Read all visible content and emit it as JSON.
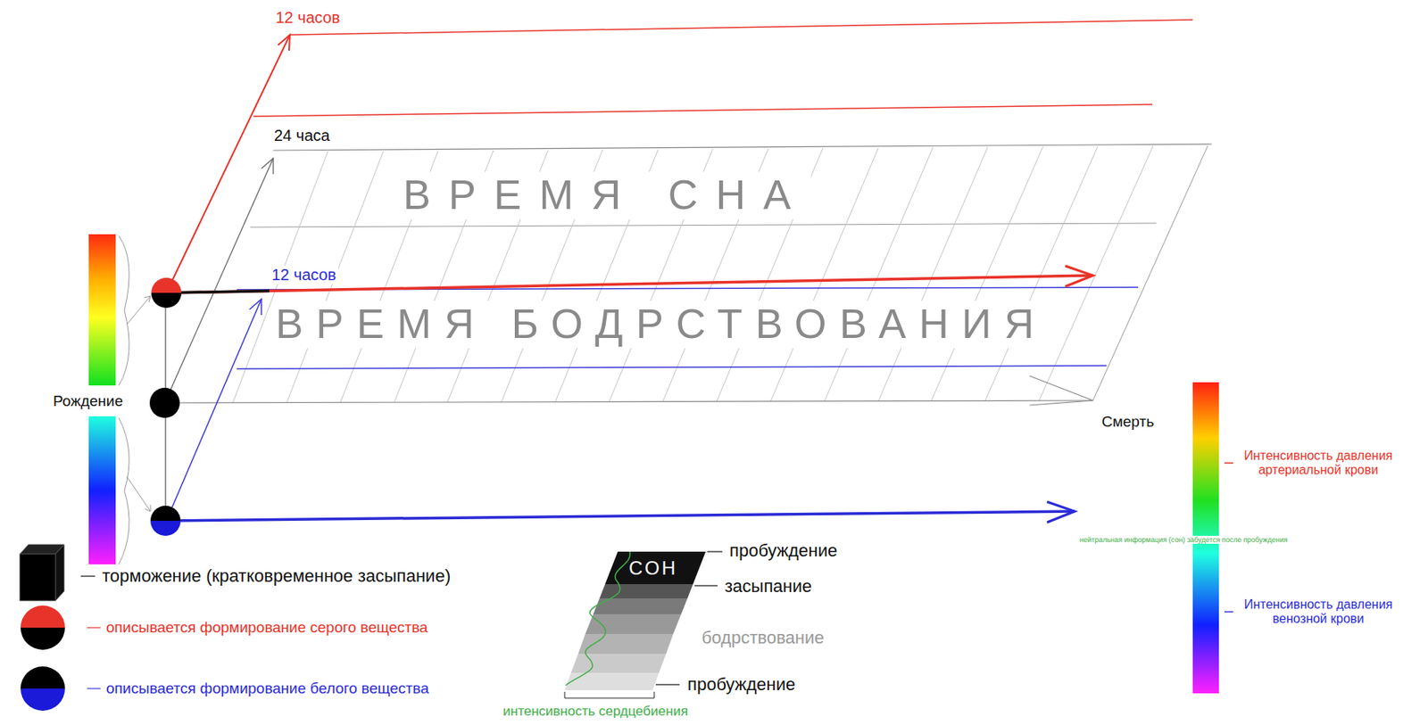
{
  "diagram": {
    "nodes": [
      {
        "text": [
          "СОН"
        ]
      }
    ],
    "labels": [
      "12 часов",
      "24 часа",
      "ВРЕМЯ СНА",
      "12 часов",
      "ВРЕМЯ БОДРСТВОВАНИЯ",
      "Рождение",
      "Смерть",
      "пробуждение",
      "засыпание",
      "бодрствование",
      "пробуждение",
      "интенсивность сердцебиения",
      "Интенсивность давления артериальной крови",
      "нейтральная информация (сон) забудется после пробуждения",
      "Интенсивность давления венозной крови"
    ],
    "legend": [
      {
        "text": "торможение (кратковременное засыпание)"
      },
      {
        "text": "описывается формирование серого вещества"
      },
      {
        "text": "описывается формирование белого вещества"
      }
    ]
  }
}
